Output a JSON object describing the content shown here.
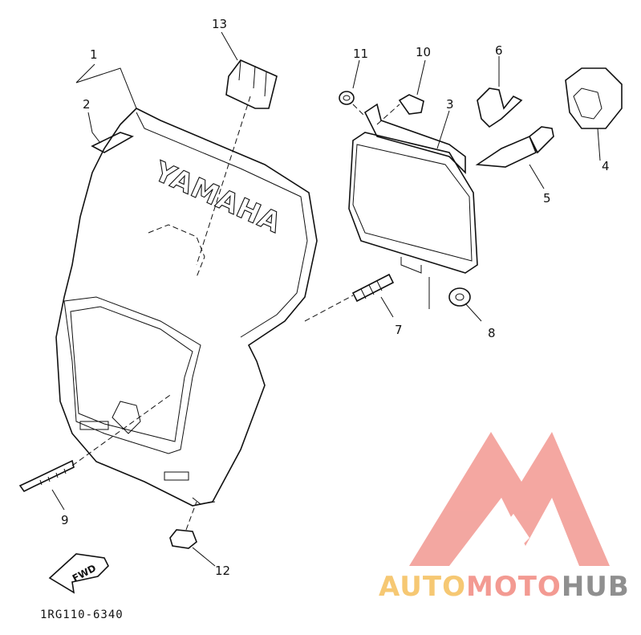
{
  "callouts": [
    {
      "id": "1",
      "text": "1"
    },
    {
      "id": "2",
      "text": "2"
    },
    {
      "id": "3",
      "text": "3"
    },
    {
      "id": "4",
      "text": "4"
    },
    {
      "id": "5",
      "text": "5"
    },
    {
      "id": "6",
      "text": "6"
    },
    {
      "id": "7",
      "text": "7"
    },
    {
      "id": "8",
      "text": "8"
    },
    {
      "id": "9",
      "text": "9"
    },
    {
      "id": "10",
      "text": "10"
    },
    {
      "id": "11",
      "text": "11"
    },
    {
      "id": "12",
      "text": "12"
    },
    {
      "id": "13",
      "text": "13"
    }
  ],
  "cowl_logo": "YAMAHA",
  "fwd_marker": "FWD",
  "diagram_code": "1RG110-6340",
  "watermark": {
    "part1": "AUTO",
    "part2": "MOTO",
    "part3": "HUB",
    "colors": {
      "auto": "#f6c873",
      "moto": "#f39a92",
      "hub": "#8f8f8f",
      "logo": "#f08a82"
    }
  }
}
